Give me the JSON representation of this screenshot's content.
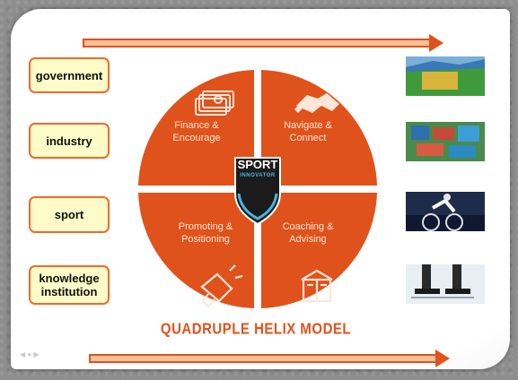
{
  "colors": {
    "accent": "#e0521b",
    "box_fill": "#fdfbc8",
    "box_border": "#ee6a2c",
    "shield_blue": "#44b8e0"
  },
  "actors": [
    "government",
    "industry",
    "sport",
    "knowledge institution"
  ],
  "actors_display": {
    "line1_3": "knowledge",
    "line2_3": "institution"
  },
  "quadrants": {
    "top_left": {
      "label1": "Finance &",
      "label2": "Encourage",
      "icon": "money-stack-icon"
    },
    "top_right": {
      "label1": "Navigate &",
      "label2": "Connect",
      "icon": "handshake-icon"
    },
    "bottom_left": {
      "label1": "Promoting &",
      "label2": "Positioning",
      "icon": "megaphone-icon"
    },
    "bottom_right": {
      "label1": "Coaching &",
      "label2": "Advising",
      "icon": "open-book-icon"
    }
  },
  "center": {
    "title": "SPORT",
    "subtitle": "INNOVATOR"
  },
  "model_title": "QUADRUPLE HELIX MODEL",
  "photos": [
    "stadium-photo",
    "sports-park-aerial-photo",
    "track-cyclist-photo",
    "ice-skater-skates-photo"
  ]
}
